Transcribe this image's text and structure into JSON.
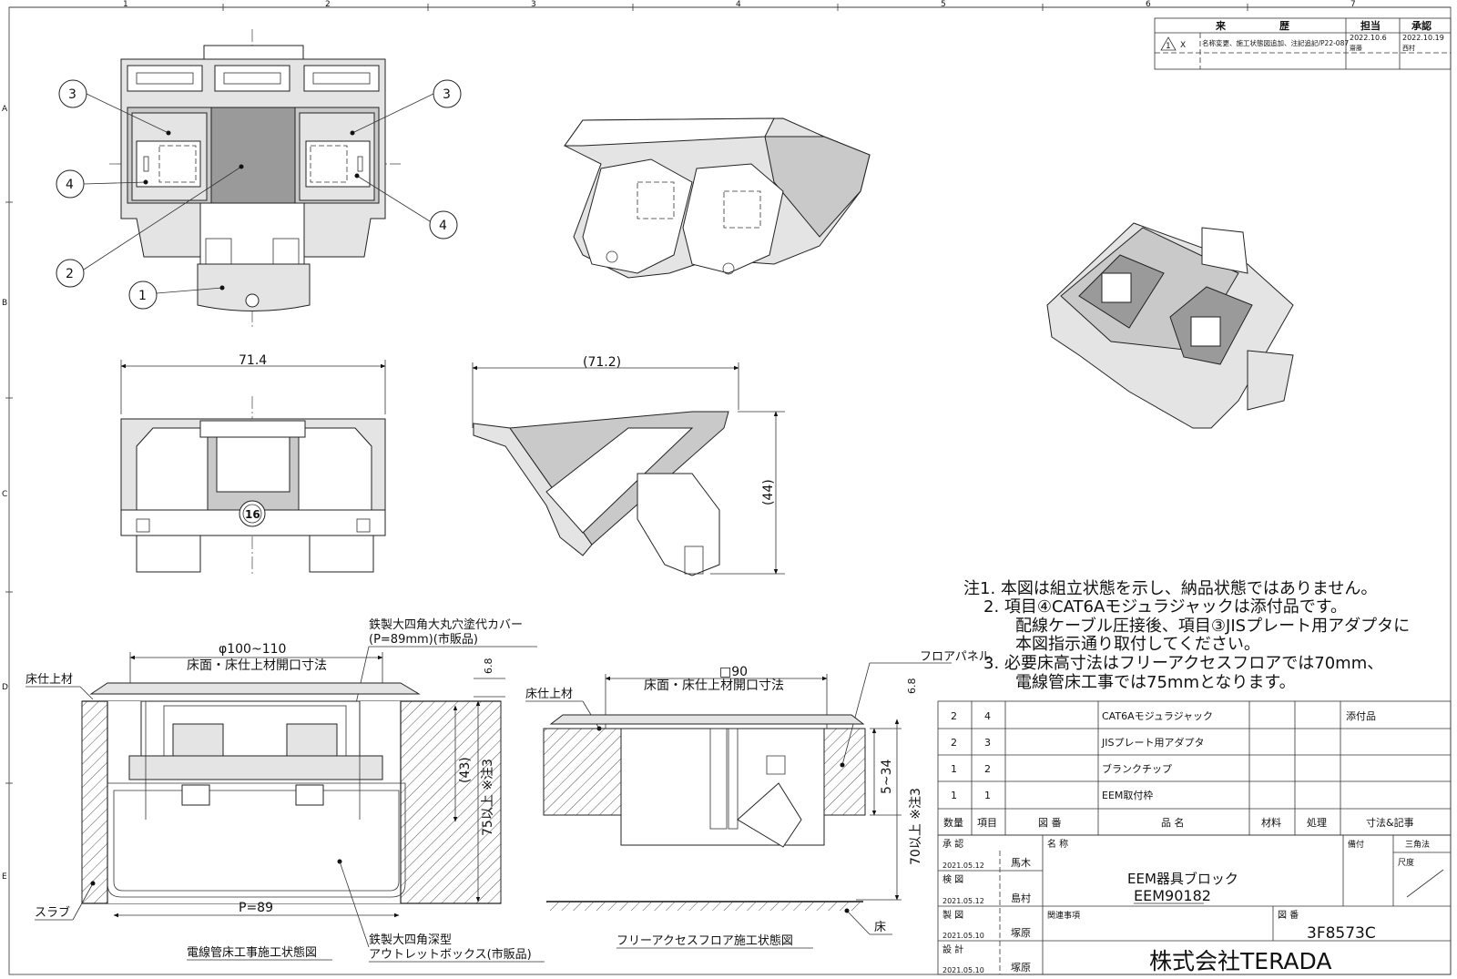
{
  "border_numbers": [
    "1",
    "2",
    "3",
    "4",
    "5",
    "6",
    "7"
  ],
  "border_letters": [
    "A",
    "B",
    "C",
    "D",
    "E"
  ],
  "revision": {
    "header_kana": "来",
    "header_reki": "歴",
    "header_tanto": "担当",
    "header_shonin": "承認",
    "mark": "X",
    "text": "名称変更、施工状態図追加、注記追記/P22-087",
    "date1": "2022.10.6",
    "name1": "齋藤",
    "date2": "2022.10.19",
    "name2": "西村"
  },
  "balloons": {
    "b1": "1",
    "b2": "2",
    "b3a": "3",
    "b3b": "3",
    "b4a": "4",
    "b4b": "4"
  },
  "dims": {
    "w714": "71.4",
    "w712": "(71.2)",
    "h44": "(44)",
    "phi": "φ100~110",
    "open1": "床面・床仕上材開口寸法",
    "sq90": "□90",
    "open2": "床面・床仕上材開口寸法",
    "d68a": "6.8",
    "d68b": "6.8",
    "d43": "(43)",
    "d75": "75以上 ※注3",
    "d534": "5~34",
    "d70": "70以上 ※注3",
    "p89": "P=89",
    "badge": "16"
  },
  "labels": {
    "cover1": "鉄製大四角大丸穴塗代カバー",
    "cover2": "(P=89mm)(市販品)",
    "yuka1": "床仕上材",
    "yuka2": "床仕上材",
    "slab": "スラブ",
    "box1": "鉄製大四角深型",
    "box2": "アウトレットボックス(市販品)",
    "floorpanel": "フロアパネル",
    "floor": "床",
    "cap1": "電線管床工事施工状態図",
    "cap2": "フリーアクセスフロア施工状態図"
  },
  "notes": [
    "注1.  本図は組立状態を示し、納品状態ではありません。",
    "2.  項目④CAT6Aモジュラジャックは添付品です。",
    "配線ケーブル圧接後、項目③JISプレート用アダプタに",
    "本図指示通り取付してください。",
    "3.  必要床高寸法はフリーアクセスフロアでは70mm、",
    "電線管床工事では75mmとなります。"
  ],
  "parts_table": {
    "rows": [
      [
        "2",
        "4",
        "",
        "CAT6Aモジュラジャック",
        "",
        "",
        "添付品"
      ],
      [
        "2",
        "3",
        "",
        "JISプレート用アダプタ",
        "",
        "",
        ""
      ],
      [
        "1",
        "2",
        "",
        "ブランクチップ",
        "",
        "",
        ""
      ],
      [
        "1",
        "1",
        "",
        "EEM取付枠",
        "",
        "",
        ""
      ]
    ],
    "headers": [
      "数量",
      "項目",
      "図 番",
      "品 名",
      "材料",
      "処理",
      "寸法&記事"
    ]
  },
  "title_block": {
    "shonin_label": "承 認",
    "shonin_date": "2021.05.12",
    "shonin_name": "馬木",
    "ken_label": "検 図",
    "ken_date": "2021.05.12",
    "ken_name": "島村",
    "sei_label": "製 図",
    "sei_date": "2021.05.10",
    "sei_name": "塚原",
    "sek_label": "設 計",
    "sek_date": "2021.05.10",
    "sek_name": "塚原",
    "name_label": "名 称",
    "product_name": "EEM器具ブロック",
    "product_code": "EEM90182",
    "kanren_label": "関連事項",
    "zuban_label": "図 番",
    "drawing_no": "3F8573C",
    "bikou_label": "備付",
    "method_label": "三角法",
    "scale_label": "尺度",
    "company": "株式会社TERADA"
  }
}
